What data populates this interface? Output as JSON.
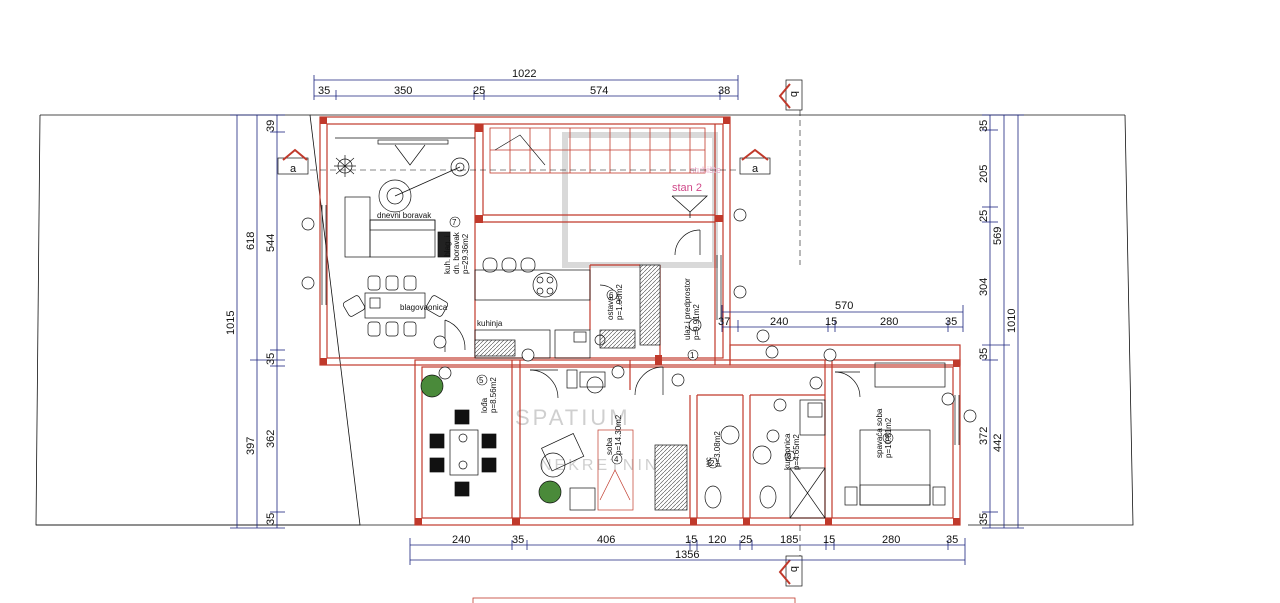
{
  "dimensions": {
    "top_total": "1022",
    "top_segments": [
      "35",
      "350",
      "25",
      "574",
      "38"
    ],
    "right_segment_total": "570",
    "right_segments": [
      "37",
      "240",
      "15",
      "280",
      "35"
    ],
    "bottom_total": "1356",
    "bottom_segments": [
      "240",
      "35",
      "406",
      "15",
      "120",
      "25",
      "185",
      "15",
      "280",
      "35"
    ],
    "left_outer": "1015",
    "left_upper_outer": "618",
    "left_lower_outer": "397",
    "left_inner": [
      "39",
      "544",
      "35",
      "362",
      "35"
    ],
    "right_inner": [
      "35",
      "205",
      "25",
      "304",
      "35",
      "372",
      "35"
    ],
    "right_mid": [
      "569",
      "442"
    ],
    "right_outer": "1010"
  },
  "section_markers": {
    "a": "a",
    "b": "b"
  },
  "watermark": {
    "line1": "SPATIUM",
    "line2": "NEKRETNINE"
  },
  "stairs_label": "stan 2",
  "stairs_faint": "stubište",
  "rooms": {
    "dnevni_boravak": "dnevni boravak",
    "kuhinja_area": [
      "kuh. blag. i",
      "dn. boravak",
      "p=29.36m2"
    ],
    "blagovaonica": "blagovaonica",
    "kuhinja": "kuhinja",
    "ostava": [
      "ostava",
      "p=1.90m2"
    ],
    "ulaz": [
      "ulaz i predprostor",
      "p=9.91m2"
    ],
    "lodja": [
      "lođa",
      "p=8.56m2"
    ],
    "soba": [
      "soba",
      "p=14.30m2"
    ],
    "wc": [
      "wc",
      "p=3.08m2"
    ],
    "kupaonica": [
      "kupaonica",
      "p=4.65m2"
    ],
    "spavaca_soba": [
      "spavaća soba",
      "p=10.81m2"
    ]
  },
  "room_numbers": [
    "7",
    "6",
    "1",
    "5",
    "4",
    "2",
    "3",
    "8"
  ]
}
